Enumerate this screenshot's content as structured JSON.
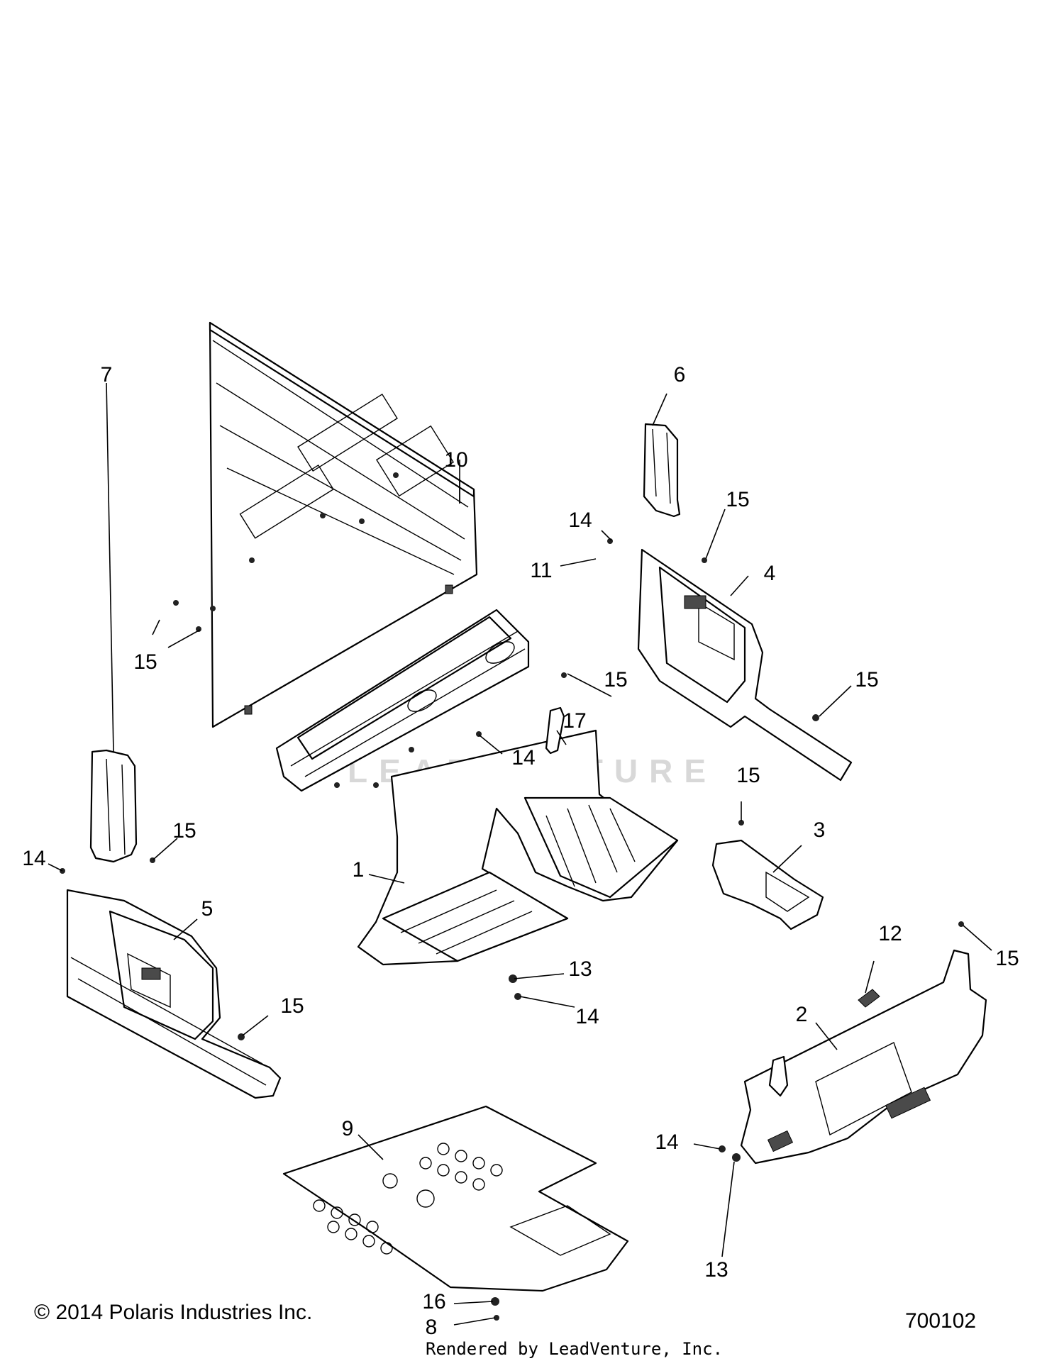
{
  "watermark": "LEADVENTURE",
  "footer": {
    "copyright": "© 2014 Polaris Industries Inc.",
    "diagram_number": "700102",
    "rendered_by": "Rendered by LeadVenture, Inc."
  },
  "callouts": [
    {
      "id": "callout-1",
      "text": "1"
    },
    {
      "id": "callout-2",
      "text": "2"
    },
    {
      "id": "callout-3",
      "text": "3"
    },
    {
      "id": "callout-4",
      "text": "4"
    },
    {
      "id": "callout-5",
      "text": "5"
    },
    {
      "id": "callout-6",
      "text": "6"
    },
    {
      "id": "callout-7",
      "text": "7"
    },
    {
      "id": "callout-8",
      "text": "8"
    },
    {
      "id": "callout-9",
      "text": "9"
    },
    {
      "id": "callout-10",
      "text": "10"
    },
    {
      "id": "callout-11",
      "text": "11"
    },
    {
      "id": "callout-12",
      "text": "12"
    },
    {
      "id": "callout-13a",
      "text": "13"
    },
    {
      "id": "callout-13b",
      "text": "13"
    },
    {
      "id": "callout-14a",
      "text": "14"
    },
    {
      "id": "callout-14b",
      "text": "14"
    },
    {
      "id": "callout-14c",
      "text": "14"
    },
    {
      "id": "callout-14d",
      "text": "14"
    },
    {
      "id": "callout-14e",
      "text": "14"
    },
    {
      "id": "callout-15a",
      "text": "15"
    },
    {
      "id": "callout-15b",
      "text": "15"
    },
    {
      "id": "callout-15c",
      "text": "15"
    },
    {
      "id": "callout-15d",
      "text": "15"
    },
    {
      "id": "callout-15e",
      "text": "15"
    },
    {
      "id": "callout-15f",
      "text": "15"
    },
    {
      "id": "callout-15g",
      "text": "15"
    },
    {
      "id": "callout-15h",
      "text": "15"
    },
    {
      "id": "callout-16",
      "text": "16"
    },
    {
      "id": "callout-17",
      "text": "17"
    }
  ]
}
